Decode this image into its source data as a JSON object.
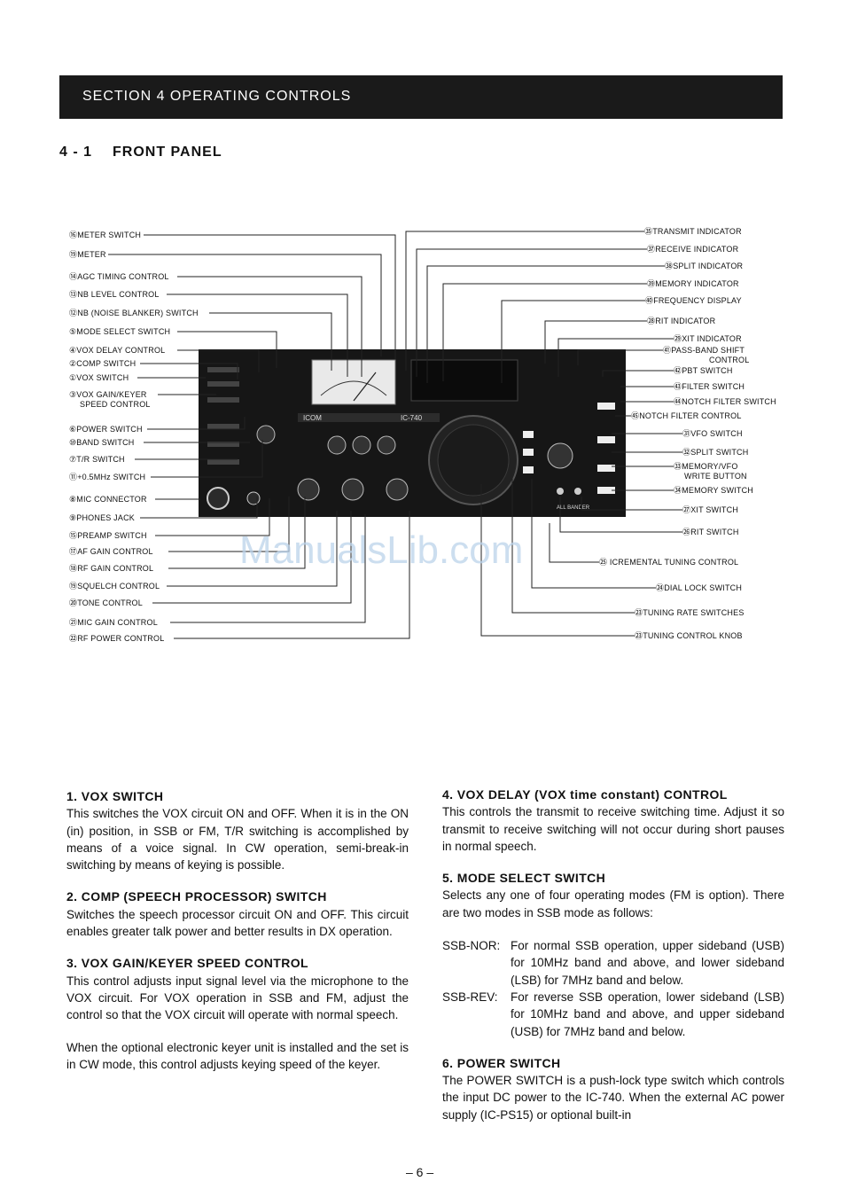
{
  "section_title": "SECTION  4  OPERATING CONTROLS",
  "subsection": {
    "number": "4 - 1",
    "title": "FRONT PANEL"
  },
  "left_labels": [
    "⑯METER SWITCH",
    "⑲METER",
    "⑭AGC TIMING CONTROL",
    "⑬NB LEVEL CONTROL",
    "⑫NB (NOISE BLANKER) SWITCH",
    "⑤MODE SELECT SWITCH",
    "④VOX DELAY CONTROL",
    "②COMP SWITCH",
    "①VOX SWITCH",
    "③VOX GAIN/KEYER",
    "SPEED CONTROL",
    "⑥POWER SWITCH",
    "⑩BAND SWITCH",
    "⑦T/R SWITCH",
    "⑪+0.5MHz SWITCH",
    "⑧MIC CONNECTOR",
    "⑨PHONES JACK",
    "⑮PREAMP SWITCH",
    "⑰AF GAIN CONTROL",
    "⑱RF GAIN CONTROL",
    "⑲SQUELCH CONTROL",
    "⑳TONE CONTROL",
    "㉑MIC GAIN CONTROL",
    "㉒RF POWER CONTROL"
  ],
  "right_labels": [
    "㉟TRANSMIT INDICATOR",
    "㊲RECEIVE INDICATOR",
    "㊳SPLIT INDICATOR",
    "㊴MEMORY INDICATOR",
    "㊵FREQUENCY DISPLAY",
    "㉘RIT INDICATOR",
    "㉙XIT INDICATOR",
    "㊶PASS-BAND SHIFT",
    "CONTROL",
    "㊷PBT SWITCH",
    "㊸FILTER SWITCH",
    "㊹NOTCH FILTER SWITCH",
    "㊺NOTCH FILTER CONTROL",
    "㉛VFO SWITCH",
    "㉜SPLIT SWITCH",
    "㉝MEMORY/VFO",
    "WRITE BUTTON",
    "㉞MEMORY SWITCH",
    "㉗XIT SWITCH",
    "㉖RIT SWITCH",
    "㉕ ICREMENTAL TUNING CONTROL",
    "㉔DIAL LOCK SWITCH",
    "㉓TUNING RATE SWITCHES",
    "㉓TUNING CONTROL KNOB"
  ],
  "watermark": "ManualsLib.com",
  "left_column": [
    {
      "heading": "1.  VOX SWITCH",
      "body": "This switches the VOX circuit ON and OFF.  When it is in the ON (in) position, in SSB or FM, T/R switching is accomplished by means of a voice signal.  In CW operation, semi-break-in switching by means of keying is possible."
    },
    {
      "heading": "2.  COMP (SPEECH PROCESSOR) SWITCH",
      "body": "Switches the speech processor circuit ON and OFF.  This circuit enables greater talk power and better results in DX operation."
    },
    {
      "heading": "3.  VOX GAIN/KEYER SPEED CONTROL",
      "body": "This control adjusts input signal level via the microphone to the VOX circuit.  For VOX operation in SSB and FM, adjust the control so that the VOX circuit will operate with normal speech."
    },
    {
      "heading": "",
      "body": "When the optional electronic keyer unit is installed and the set is in CW mode, this control adjusts keying speed of the keyer."
    }
  ],
  "right_column": {
    "vox_delay": {
      "heading": "4.  VOX DELAY (VOX time constant) CONTROL",
      "body": "This controls the transmit to receive switching time.  Adjust it so transmit to receive switching will not occur during short pauses in normal speech."
    },
    "mode_select": {
      "heading": "5.  MODE SELECT SWITCH",
      "body": "Selects any one of four operating modes (FM is option). There are two modes in SSB mode as follows:"
    },
    "ssb_nor": {
      "key": "SSB-NOR:",
      "text": "For normal SSB operation, upper sideband (USB) for 10MHz band and above, and lower sideband (LSB) for 7MHz band and below."
    },
    "ssb_rev": {
      "key": "SSB-REV:",
      "text": "For reverse SSB operation, lower sideband (LSB) for 10MHz band and above, and upper sideband (USB) for 7MHz band and below."
    },
    "power": {
      "heading": "6.  POWER SWITCH",
      "body": "The POWER SWITCH is a push-lock type switch which controls the input DC power to the IC-740.  When the external AC power supply (IC-PS15) or optional built-in"
    }
  },
  "page_number": "– 6 –",
  "panel_text": {
    "brand": "ICOM",
    "model": "IC-740",
    "band_label": "ALL BANDER"
  },
  "colors": {
    "bar": "#1a1a1a",
    "panel": "#141414",
    "watermark": "#bcd3ea"
  }
}
